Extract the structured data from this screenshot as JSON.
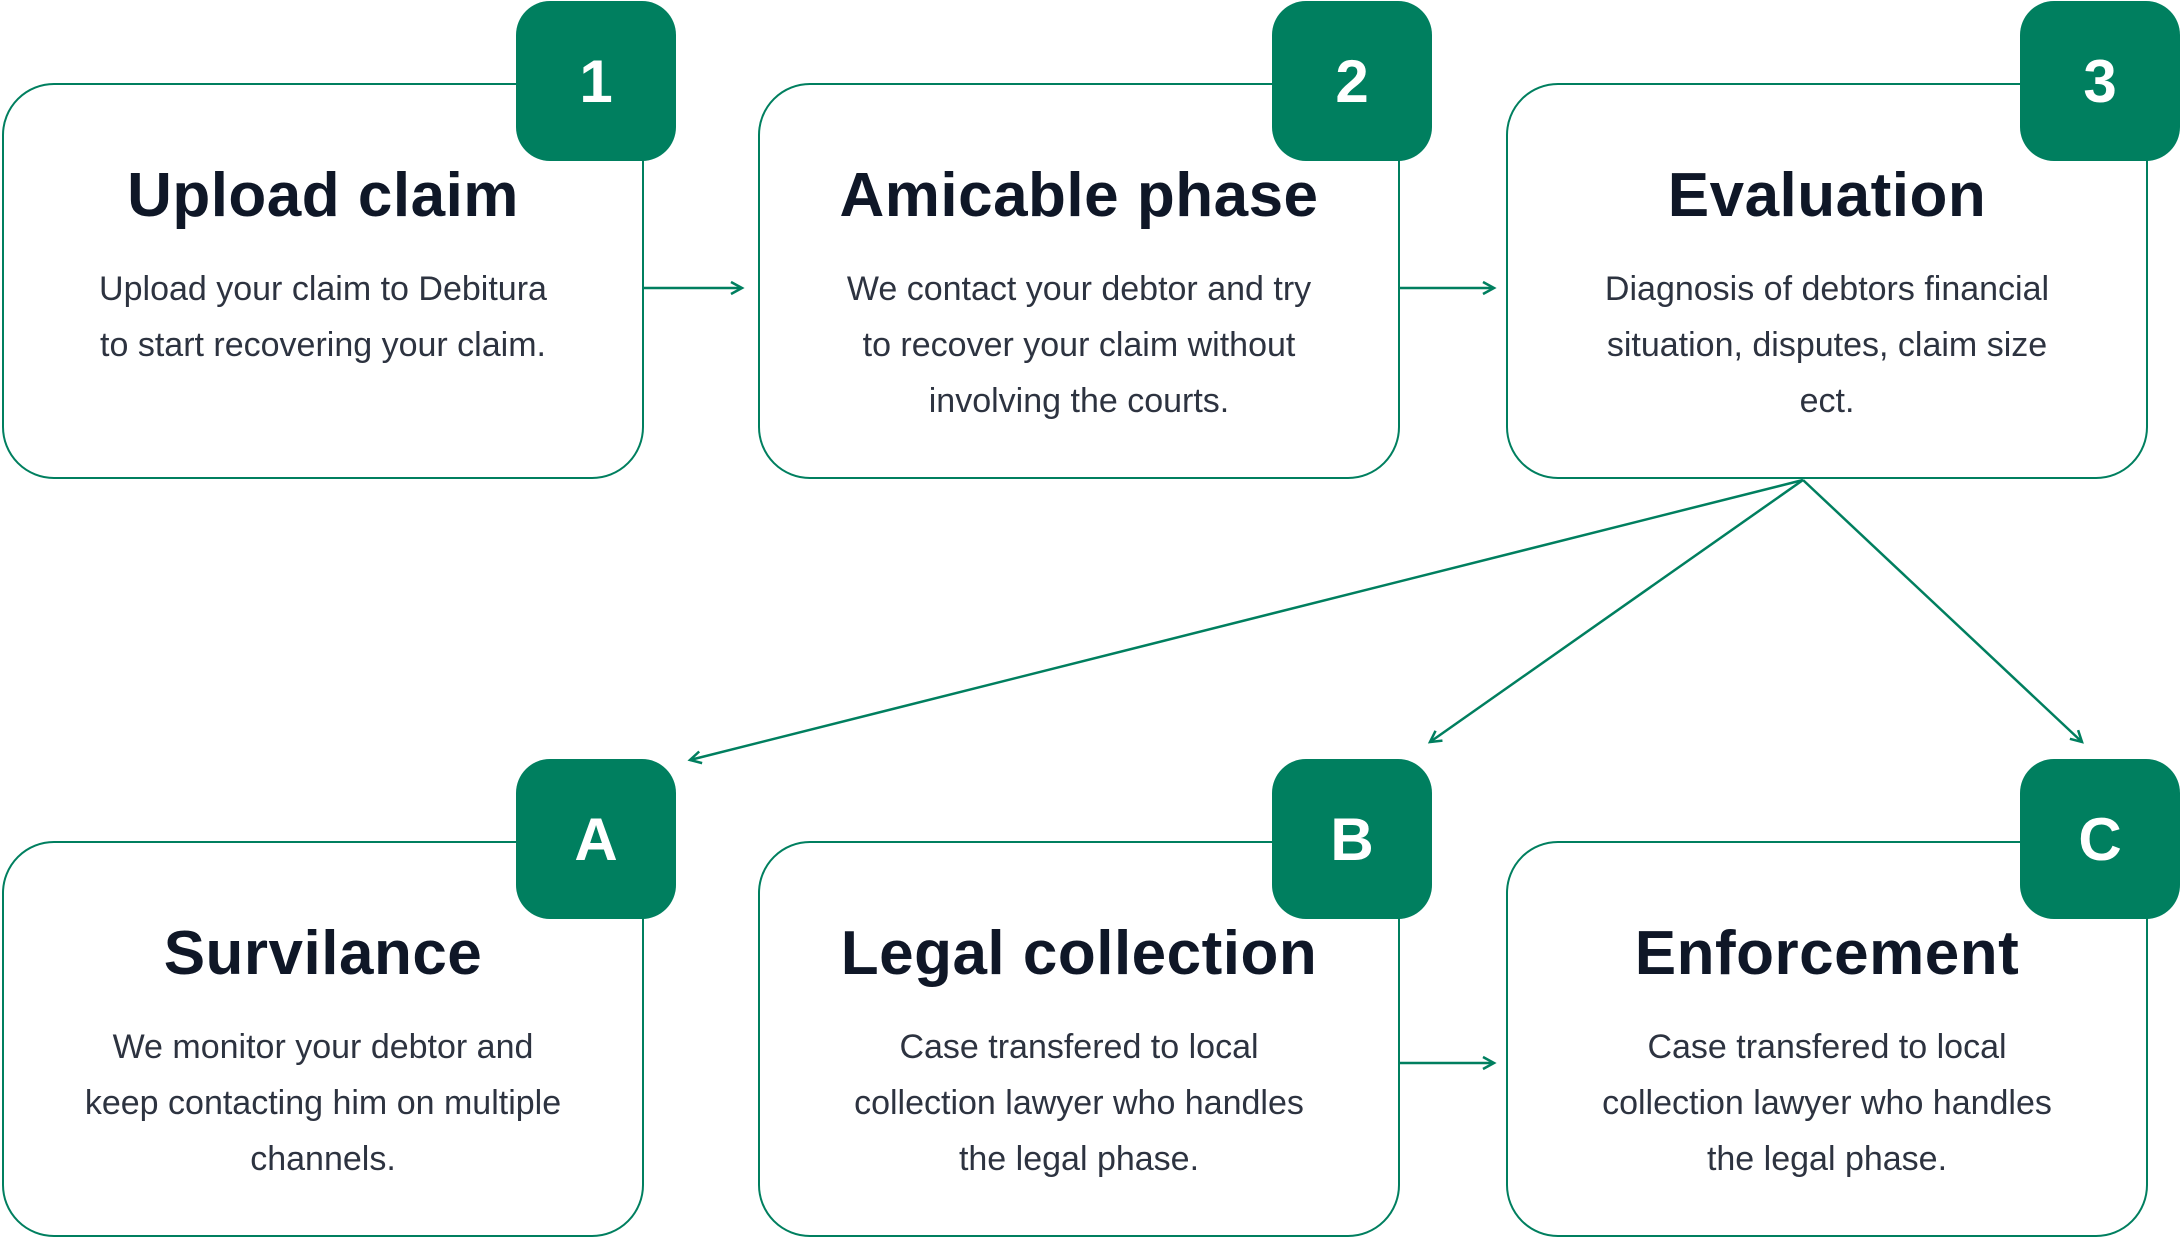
{
  "colors": {
    "accent": "#007f5f",
    "title_text": "#0f1727",
    "body_text": "#2d3340",
    "background": "#ffffff"
  },
  "steps": [
    {
      "badge": "1",
      "title": "Upload claim",
      "description": "Upload your claim to Debitura to start recovering your claim."
    },
    {
      "badge": "2",
      "title": "Amicable phase",
      "description": "We contact your debtor and try to recover your claim without involving the courts."
    },
    {
      "badge": "3",
      "title": "Evaluation",
      "description": "Diagnosis of debtors financial situation, disputes, claim size ect."
    }
  ],
  "outcomes": [
    {
      "badge": "A",
      "title": "Survilance",
      "description": "We monitor your debtor and keep contacting him on multiple channels."
    },
    {
      "badge": "B",
      "title": "Legal collection",
      "description": "Case transfered to local collection lawyer who handles the legal phase."
    },
    {
      "badge": "C",
      "title": "Enforcement",
      "description": "Case transfered to local collection lawyer who handles the legal phase."
    }
  ]
}
